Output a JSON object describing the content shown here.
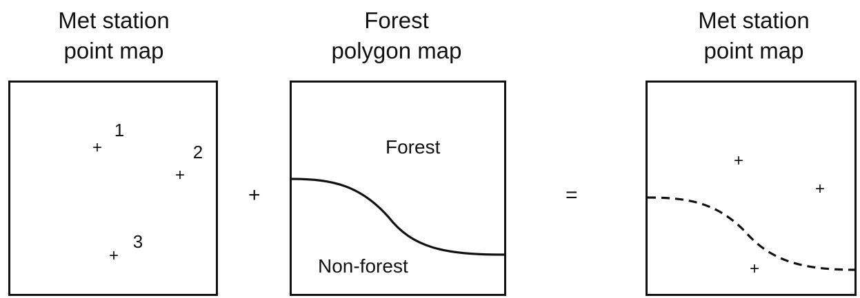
{
  "panels": [
    {
      "title_line1": "Met station",
      "title_line2": "point map"
    },
    {
      "title_line1": "Forest",
      "title_line2": "polygon map"
    },
    {
      "title_line1": "Met station",
      "title_line2": "point map"
    }
  ],
  "point_labels": [
    "1",
    "2",
    "3"
  ],
  "region_labels": {
    "forest": "Forest",
    "non_forest": "Non-forest"
  },
  "operators": {
    "plus": "+",
    "equals": "="
  },
  "marker_glyph": "+"
}
